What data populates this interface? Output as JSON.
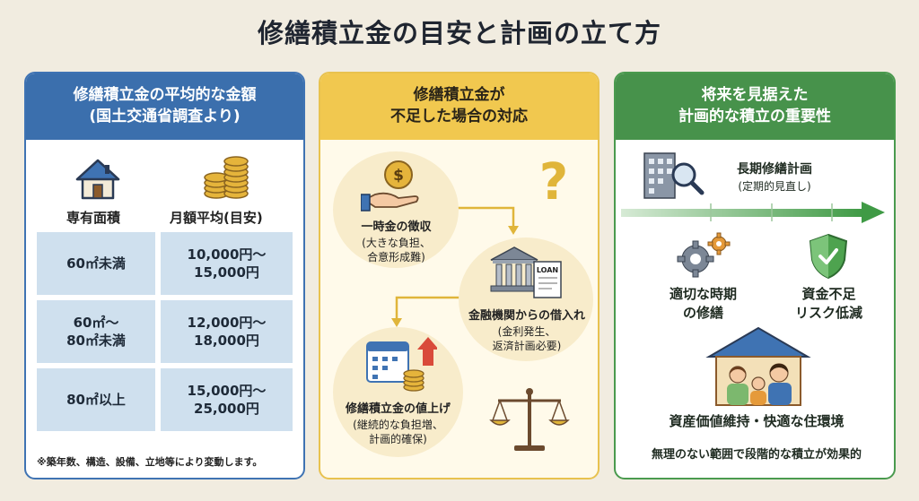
{
  "title": "修繕積立金の目安と計画の立て方",
  "panel1": {
    "heading_line1": "修繕積立金の平均的な金額",
    "heading_line2": "(国土交通省調査より)",
    "col1_label": "専有面積",
    "col2_label": "月額平均(目安)",
    "rows": [
      {
        "area": "60㎡未満",
        "area2": "",
        "amount1": "10,000円〜",
        "amount2": "15,000円"
      },
      {
        "area": "60㎡〜",
        "area2": "80㎡未満",
        "amount1": "12,000円〜",
        "amount2": "18,000円"
      },
      {
        "area": "80㎡以上",
        "area2": "",
        "amount1": "15,000円〜",
        "amount2": "25,000円"
      }
    ],
    "note": "※築年数、構造、設備、立地等により変動します。",
    "icons": [
      "house-icon",
      "coins-icon"
    ]
  },
  "panel2": {
    "heading_line1": "修繕積立金が",
    "heading_line2": "不足した場合の対応",
    "item1_title": "一時金の徴収",
    "item1_sub1": "(大きな負担、",
    "item1_sub2": "合意形成難)",
    "item2_title": "金融機関からの借入れ",
    "item2_sub1": "(金利発生、",
    "item2_sub2": "返済計画必要)",
    "item3_title": "修繕積立金の値上げ",
    "item3_sub1": "(継続的な負担増、",
    "item3_sub2": "計画的確保)",
    "loan_label": "LOAN",
    "dollar": "$",
    "question": "?",
    "icons": [
      "hand-coin-icon",
      "bank-icon",
      "calendar-coins-icon",
      "question-icon",
      "scale-icon"
    ],
    "colors": {
      "accent": "#e0b53a",
      "circle": "#f8eccb"
    }
  },
  "panel3": {
    "heading_line1": "将来を見据えた",
    "heading_line2": "計画的な積立の重要性",
    "plan_title": "長期修繕計画",
    "plan_sub": "(定期的見直し)",
    "point1_line1": "適切な時期",
    "point1_line2": "の修繕",
    "point2_line1": "資金不足",
    "point2_line2": "リスク低減",
    "value_text": "資産価値維持・快適な住環境",
    "footer": "無理のない範囲で段階的な積立が効果的",
    "icons": [
      "building-search-icon",
      "gears-icon",
      "shield-icon",
      "family-house-icon"
    ]
  }
}
